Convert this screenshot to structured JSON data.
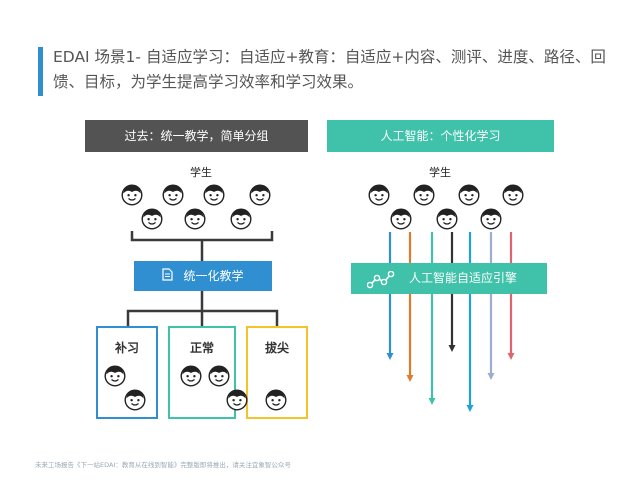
{
  "title": "EDAI 场景1- 自适应学习：自适应+教育：自适应+内容、测评、进度、路径、回馈、目标，为学生提高学习效率和学习效果。",
  "left_panel": {
    "header": "过去：统一教学，简单分组",
    "students_label": "学生",
    "center_box": "统一化教学",
    "doc_icon": "document-icon",
    "groups": [
      "补习",
      "正常",
      "拔尖"
    ]
  },
  "right_panel": {
    "header": "人工智能：个性化学习",
    "students_label": "学生",
    "engine_box": "人工智能自适应引擎",
    "engine_icon": "network-icon",
    "path_colors": [
      "#2f8fd0",
      "#e07b2b",
      "#3fc1aa",
      "#333333",
      "#1fa3d6",
      "#9aaecf",
      "#e0646e"
    ]
  },
  "colors": {
    "blue": "#2f8fd0",
    "teal": "#3fc1aa",
    "yellow": "#f4c22b",
    "dark": "#535353"
  },
  "footer": "未来工场报告《下一站EDAI：教育从在线到智能》完整版即将推出，请关注宜象智公众号"
}
